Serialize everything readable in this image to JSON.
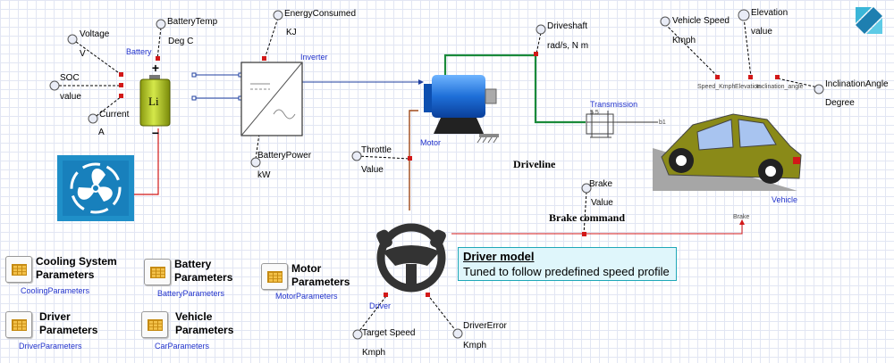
{
  "components": {
    "battery": "Battery",
    "inverter": "Inverter",
    "motor": "Motor",
    "transmission": "Transmission",
    "vehicle": "Vehicle",
    "driver": "Driver",
    "brake_small": "Brake",
    "battery_cell": "Li",
    "ratio_label": "5.5",
    "shaft_label": "b1"
  },
  "sensors": {
    "voltage": {
      "name": "Voltage",
      "unit": "V"
    },
    "soc": {
      "name": "SOC",
      "unit": "value"
    },
    "current": {
      "name": "Current",
      "unit": "A"
    },
    "battery_temp": {
      "name": "BatteryTemp",
      "unit": "Deg C"
    },
    "energy_consumed": {
      "name": "EnergyConsumed",
      "unit": "KJ"
    },
    "battery_power": {
      "name": "BatteryPower",
      "unit": "kW"
    },
    "driveshaft": {
      "name": "Driveshaft",
      "unit": "rad/s, N m"
    },
    "throttle": {
      "name": "Throttle",
      "unit": "Value"
    },
    "brake": {
      "name": "Brake",
      "unit": "Value"
    },
    "vehicle_speed": {
      "name": "Vehicle Speed",
      "unit": "Kmph"
    },
    "elevation": {
      "name": "Elevation",
      "unit": "value"
    },
    "inclination": {
      "name": "InclinationAngle",
      "unit": "Degree"
    },
    "target_speed": {
      "name": "Target Speed",
      "unit": "Kmph"
    },
    "driver_error": {
      "name": "DriverError",
      "unit": "Kmph"
    }
  },
  "vehicle_ports": {
    "speed": "Speed_Kmph",
    "elevation": "Elevation",
    "inclination": "Inclination_angle"
  },
  "annotations": {
    "driveline": "Driveline",
    "brake_command": "Brake command"
  },
  "driver_model": {
    "title": "Driver model",
    "subtitle": "Tuned to follow predefined speed profile"
  },
  "parameters": [
    {
      "title": "Cooling System Parameters",
      "name": "CoolingParameters"
    },
    {
      "title": "Battery Parameters",
      "name": "BatteryParameters"
    },
    {
      "title": "Motor Parameters",
      "name": "MotorParameters"
    },
    {
      "title": "Driver Parameters",
      "name": "DriverParameters"
    },
    {
      "title": "Vehicle Parameters",
      "name": "CarParameters"
    }
  ],
  "colors": {
    "signal_red": "#d21818",
    "wire_blue": "#1f3f9f",
    "mech_green": "#1a8a3a",
    "brown": "#a04a1a",
    "accent_cyan": "#1fa7b8"
  },
  "icons": [
    "battery-icon",
    "inverter-icon",
    "motor-icon",
    "fan-icon",
    "steering-wheel-icon",
    "car-icon",
    "gearbox-icon",
    "table-icon"
  ]
}
